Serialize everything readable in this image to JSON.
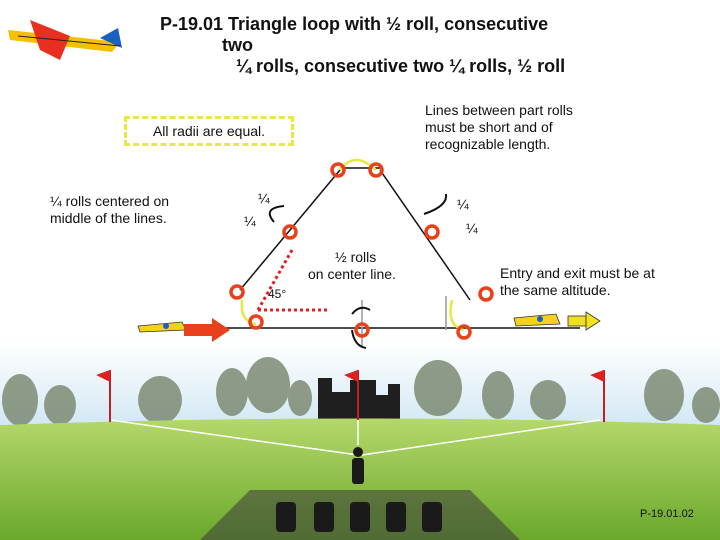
{
  "title": {
    "line1": "P-19.01 Triangle loop with ½ roll, consecutive",
    "line2": "two",
    "line3": "¼ rolls, consecutive two ¼ rolls, ½ roll"
  },
  "notes": {
    "radii": "All radii are equal.",
    "lines_between": [
      "Lines between part rolls",
      "must be short and of",
      "recognizable length."
    ],
    "quarter_centered": [
      "¼  rolls centered on",
      "middle of the lines."
    ],
    "half_rolls": [
      "½ rolls",
      "on center line."
    ],
    "entry_exit": [
      "Entry and exit must be at",
      "the same altitude."
    ]
  },
  "labels": {
    "q_left_top": "¼",
    "q_left_bottom": "¼",
    "q_right_top": "¼",
    "q_right_bottom": "¼",
    "angle": "45°"
  },
  "footer": {
    "code": "P-19.01.02"
  },
  "colors": {
    "sky": "#dbeef7",
    "grass": "#8cc63e",
    "marker": "#e8401a",
    "guide_yellow": "#e8e840",
    "entry_arrow": "#e8401a",
    "exit_arrow": "#f0e020"
  }
}
